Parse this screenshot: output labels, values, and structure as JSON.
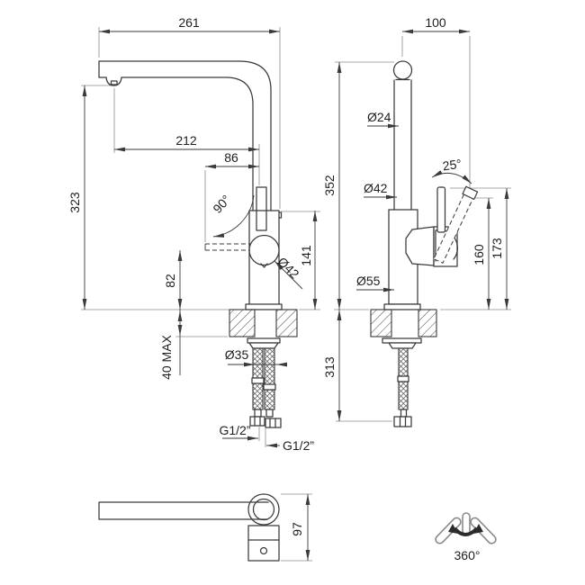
{
  "page": {
    "background": "#ffffff"
  },
  "drawing": {
    "line_color": "#3a3a3a",
    "dim_color": "#3a3a3a",
    "text_color": "#1e1e1e",
    "side_view": {
      "spout_reach": "261",
      "spout_outlet_to_axis": "212",
      "lever_to_axis": "86",
      "outlet_height": "323",
      "body_height": "141",
      "ball_center_height": "82",
      "ball_diameter": "Ø42",
      "lever_swivel_angle": "90°",
      "counter_thickness_max": "40 MAX",
      "hole_diameter": "Ø35",
      "thread_left": "G1/2”",
      "thread_right": "G1/2”"
    },
    "front_view": {
      "axis_to_lever_tip": "100",
      "total_height": "352",
      "spout_diameter": "Ø24",
      "body_diameter": "Ø42",
      "base_diameter": "Ø55",
      "lever_tilt_angle": "25°",
      "lever_tip_height": "160",
      "lever_top_height": "173",
      "hose_drop": "313"
    },
    "top_view": {
      "body_depth": "97"
    },
    "swivel_icon": {
      "label": "360°"
    }
  }
}
